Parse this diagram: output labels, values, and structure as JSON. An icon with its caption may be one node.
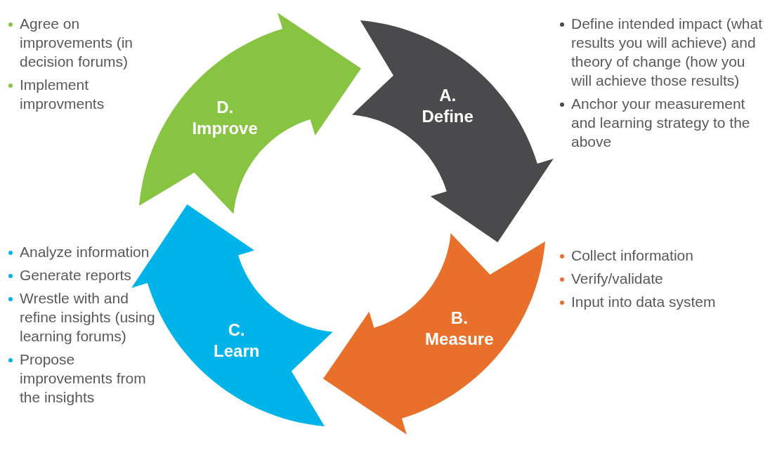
{
  "diagram": {
    "nodes": [
      {
        "text": [
          "A. Define"
        ],
        "beside": [
          "Define intended impact (what results you will achieve) and theory of change (how you will achieve those results)",
          "Anchor your measurement and learning strategy to the above"
        ]
      },
      {
        "text": [
          "B. Measure"
        ],
        "beside": [
          "Collect information",
          "Verify/validate",
          "Input into data system"
        ]
      },
      {
        "text": [
          "C. Learn"
        ],
        "beside": [
          "Analyze information",
          "Generate reports",
          "Wrestle with and refine insights (using learning forums)",
          "Propose improvements from the insights"
        ]
      },
      {
        "text": [
          "D. Improve"
        ],
        "beside": [
          "Agree on improvements (in decision forums)",
          "Implement improvments"
        ]
      }
    ]
  }
}
